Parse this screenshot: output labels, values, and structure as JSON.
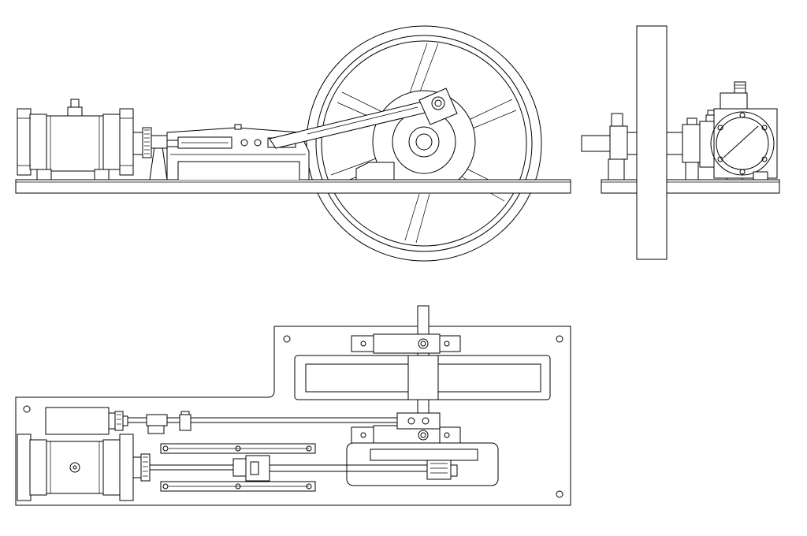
{
  "drawing": {
    "views": [
      "side-elevation",
      "end-elevation",
      "plan-view"
    ],
    "colors": {
      "line": "#000000",
      "background": "#ffffff"
    }
  }
}
